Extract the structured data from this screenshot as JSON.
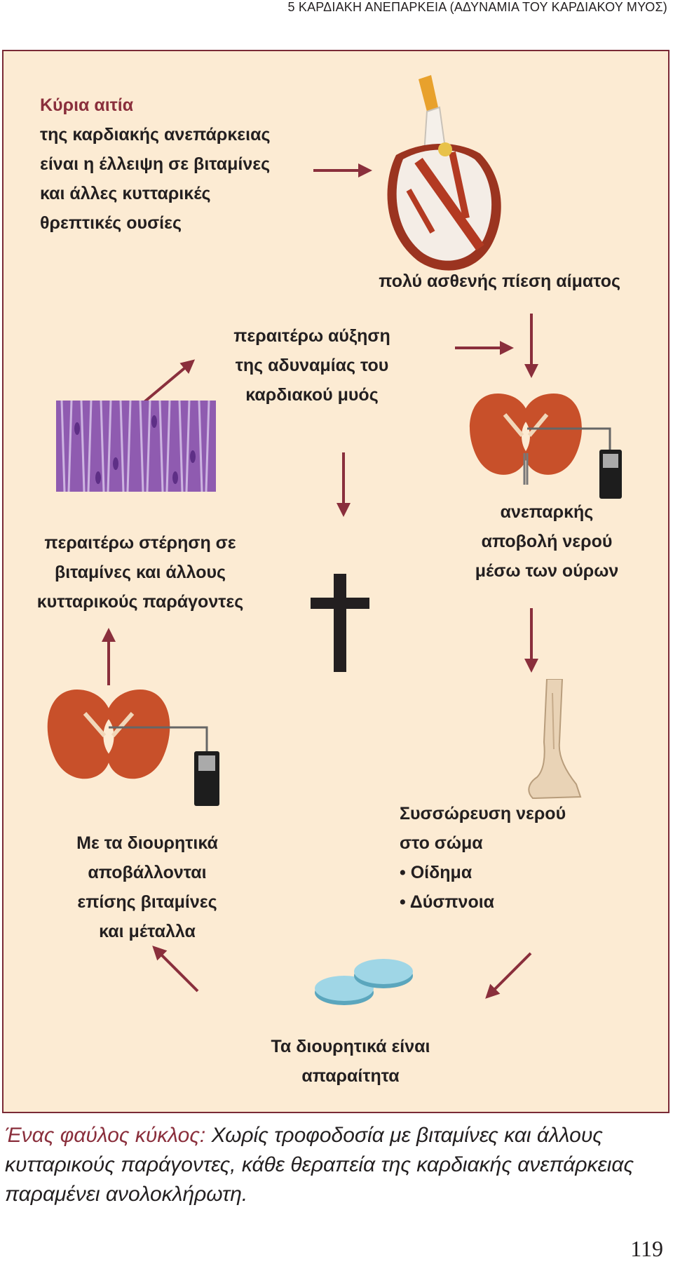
{
  "header": {
    "chapter_title": "5  ΚΑΡΔΙΑΚΗ ΑΝΕΠΑΡΚΕΙΑ (ΑΔΥΝΑΜΙΑ ΤΟΥ ΚΑΡΔΙΑΚΟΥ ΜΥΟΣ)"
  },
  "diagram": {
    "main_cause": {
      "heading": "Κύρια αιτία",
      "lines": [
        "της καρδιακής ανεπάρκειας",
        "είναι η έλλειψη σε βιταμίνες",
        "και άλλες κυτταρικές",
        "θρεπτικές ουσίες"
      ]
    },
    "low_pressure": "πολύ ασθενής πίεση αίματος",
    "weakness": [
      "περαιτέρω αύξηση",
      "της αδυναμίας του",
      "καρδιακού μυός"
    ],
    "urine": [
      "ανεπαρκής",
      "αποβολή νερού",
      "μέσω των ούρων"
    ],
    "deprivation": [
      "περαιτέρω στέρηση σε",
      "βιταμίνες και άλλους",
      "κυτταρικούς παράγοντες"
    ],
    "water_accum": {
      "lines": [
        "Συσσώρευση νερού",
        "στο σώμα"
      ],
      "bullets": [
        "Οίδημα",
        "Δύσπνοια"
      ],
      "bullet_char": "•"
    },
    "diuretics_loss": [
      "Με τα διουρητικά",
      "αποβάλλονται",
      "επίσης βιταμίνες",
      "και μέταλλα"
    ],
    "diuretics_needed": [
      "Τα διουρητικά είναι",
      "απαραίτητα"
    ],
    "colors": {
      "arrow": "#8a2f3c",
      "panel_bg": "#fcebd3",
      "panel_border": "#7a2a36",
      "accent_text": "#8a2f3c"
    },
    "icons": [
      "heart-icon",
      "muscle-tissue-icon",
      "kidney-icon",
      "kidney-icon",
      "cross-icon",
      "leg-icon",
      "pills-icon"
    ]
  },
  "caption": {
    "lead": "Ένας φαύλος κύκλος:",
    "text": " Χωρίς τροφοδοσία με βιταμίνες και άλλους κυτταρικούς παράγοντες, κάθε θεραπεία της καρδιακής ανεπάρκειας παραμένει ανολοκλήρωτη."
  },
  "page_number": "119"
}
